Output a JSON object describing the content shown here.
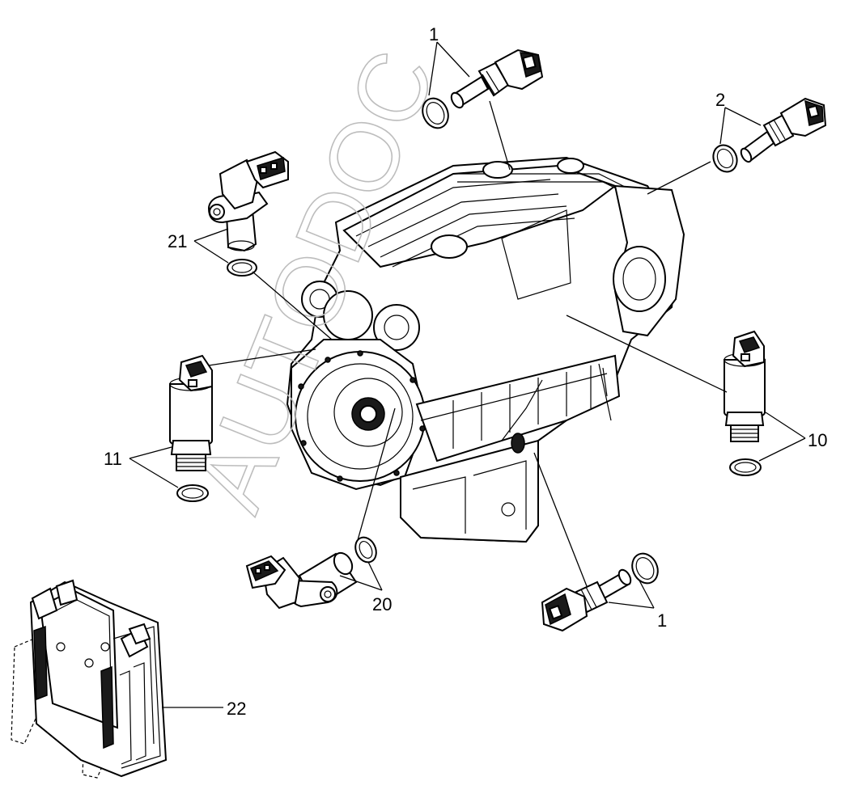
{
  "diagram": {
    "watermark": "AUTODOC",
    "callouts": [
      {
        "id": "c1a",
        "text": "1"
      },
      {
        "id": "c2",
        "text": "2"
      },
      {
        "id": "c21",
        "text": "21"
      },
      {
        "id": "c11",
        "text": "11"
      },
      {
        "id": "c10",
        "text": "10"
      },
      {
        "id": "c20",
        "text": "20"
      },
      {
        "id": "c1b",
        "text": "1"
      },
      {
        "id": "c22",
        "text": "22"
      }
    ]
  }
}
